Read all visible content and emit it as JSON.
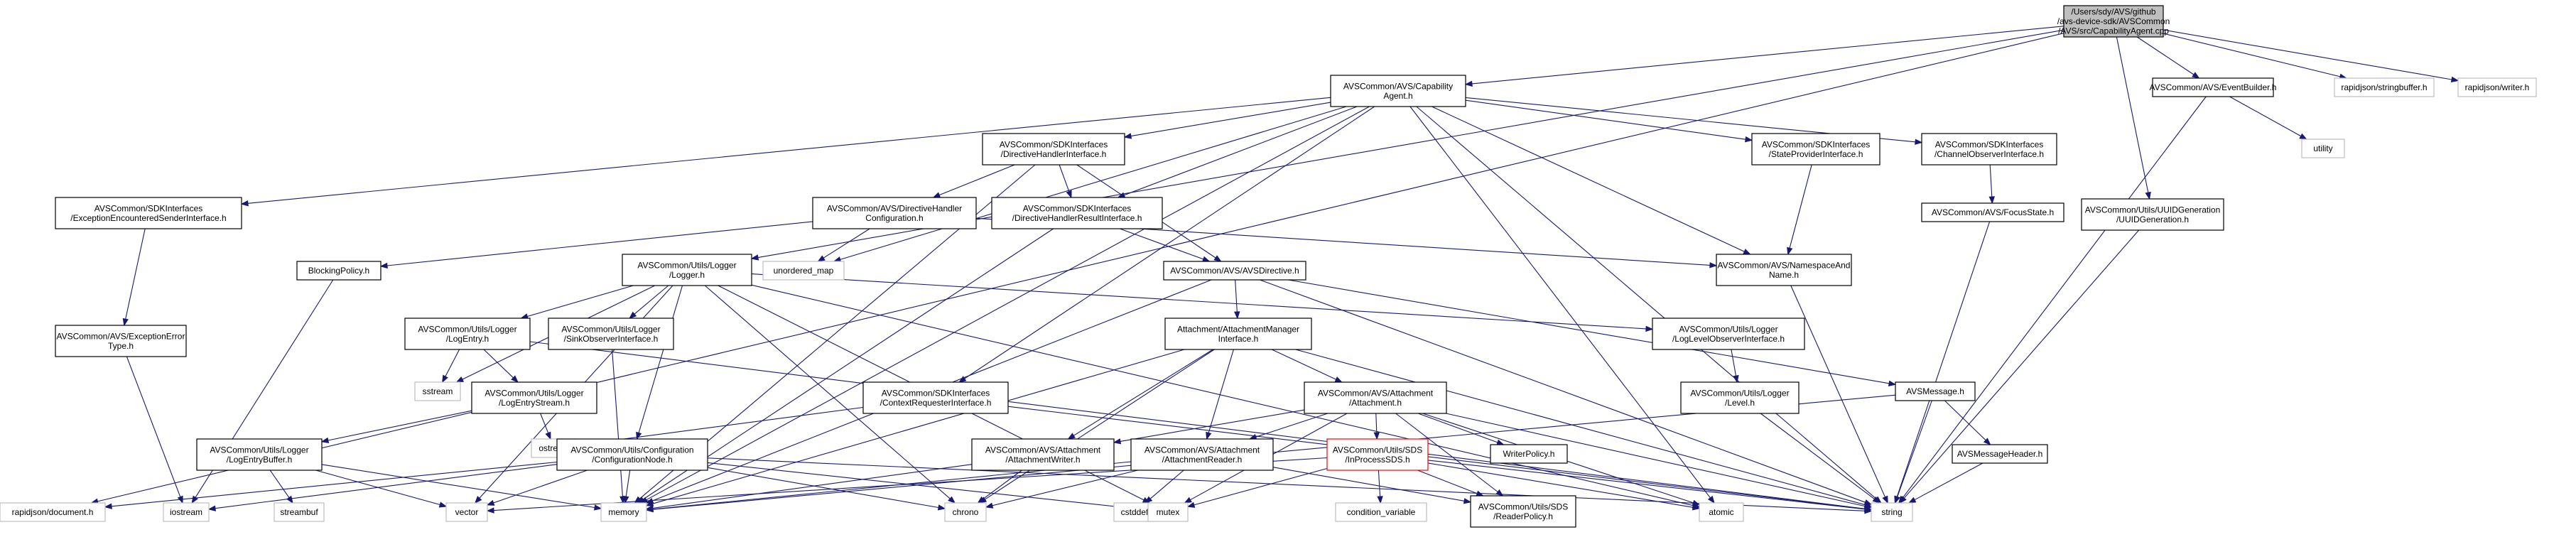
{
  "colors": {
    "edge": "#191970",
    "node_border": "#000000",
    "node_fill": "#ffffff",
    "root_fill": "#bfbfbf",
    "broken_border": "#ff0000",
    "external_border": "#bfbfbf"
  },
  "nodes": [
    {
      "id": "root",
      "label": [
        "/Users/sdy/AVS/github",
        "/avs-device-sdk/AVSCommon",
        "/AVS/src/CapabilityAgent.cpp"
      ],
      "style": "root"
    },
    {
      "id": "capagent",
      "label": [
        "AVSCommon/AVS/Capability",
        "Agent.h"
      ],
      "style": "normal"
    },
    {
      "id": "eventbuilder",
      "label": [
        "AVSCommon/AVS/EventBuilder.h"
      ],
      "style": "normal"
    },
    {
      "id": "rj_stringbuffer",
      "label": [
        "rapidjson/stringbuffer.h"
      ],
      "style": "external"
    },
    {
      "id": "rj_writer",
      "label": [
        "rapidjson/writer.h"
      ],
      "style": "external"
    },
    {
      "id": "utility",
      "label": [
        "utility"
      ],
      "style": "external"
    },
    {
      "id": "uuidgen",
      "label": [
        "AVSCommon/Utils/UUIDGeneration",
        "/UUIDGeneration.h"
      ],
      "style": "normal"
    },
    {
      "id": "dirhandler_if",
      "label": [
        "AVSCommon/SDKInterfaces",
        "/DirectiveHandlerInterface.h"
      ],
      "style": "normal"
    },
    {
      "id": "stateprov_if",
      "label": [
        "AVSCommon/SDKInterfaces",
        "/StateProviderInterface.h"
      ],
      "style": "normal"
    },
    {
      "id": "chanobs_if",
      "label": [
        "AVSCommon/SDKInterfaces",
        "/ChannelObserverInterface.h"
      ],
      "style": "normal"
    },
    {
      "id": "excsender_if",
      "label": [
        "AVSCommon/SDKInterfaces",
        "/ExceptionEncounteredSenderInterface.h"
      ],
      "style": "normal"
    },
    {
      "id": "dirhandler_cfg",
      "label": [
        "AVSCommon/AVS/DirectiveHandler",
        "Configuration.h"
      ],
      "style": "normal"
    },
    {
      "id": "dirhandler_res",
      "label": [
        "AVSCommon/SDKInterfaces",
        "/DirectiveHandlerResultInterface.h"
      ],
      "style": "normal"
    },
    {
      "id": "focusstate",
      "label": [
        "AVSCommon/AVS/FocusState.h"
      ],
      "style": "normal"
    },
    {
      "id": "unordered_map",
      "label": [
        "unordered_map"
      ],
      "style": "external"
    },
    {
      "id": "blockingpolicy",
      "label": [
        "BlockingPolicy.h"
      ],
      "style": "normal"
    },
    {
      "id": "logger",
      "label": [
        "AVSCommon/Utils/Logger",
        "/Logger.h"
      ],
      "style": "normal"
    },
    {
      "id": "avsdirective",
      "label": [
        "AVSCommon/AVS/AVSDirective.h"
      ],
      "style": "normal"
    },
    {
      "id": "namespacename",
      "label": [
        "AVSCommon/AVS/NamespaceAnd",
        "Name.h"
      ],
      "style": "normal"
    },
    {
      "id": "exctype",
      "label": [
        "AVSCommon/AVS/ExceptionError",
        "Type.h"
      ],
      "style": "normal"
    },
    {
      "id": "logentry",
      "label": [
        "AVSCommon/Utils/Logger",
        "/LogEntry.h"
      ],
      "style": "normal"
    },
    {
      "id": "sinkobs",
      "label": [
        "AVSCommon/Utils/Logger",
        "/SinkObserverInterface.h"
      ],
      "style": "normal"
    },
    {
      "id": "attmgr",
      "label": [
        "Attachment/AttachmentManager",
        "Interface.h"
      ],
      "style": "normal"
    },
    {
      "id": "loglevelobs",
      "label": [
        "AVSCommon/Utils/Logger",
        "/LogLevelObserverInterface.h"
      ],
      "style": "normal"
    },
    {
      "id": "sstream",
      "label": [
        "sstream"
      ],
      "style": "external"
    },
    {
      "id": "logentrystream",
      "label": [
        "AVSCommon/Utils/Logger",
        "/LogEntryStream.h"
      ],
      "style": "normal"
    },
    {
      "id": "ctxreq_if",
      "label": [
        "AVSCommon/SDKInterfaces",
        "/ContextRequesterInterface.h"
      ],
      "style": "normal"
    },
    {
      "id": "attachment",
      "label": [
        "AVSCommon/AVS/Attachment",
        "/Attachment.h"
      ],
      "style": "normal"
    },
    {
      "id": "level",
      "label": [
        "AVSCommon/Utils/Logger",
        "/Level.h"
      ],
      "style": "normal"
    },
    {
      "id": "avsmessage",
      "label": [
        "AVSMessage.h"
      ],
      "style": "normal"
    },
    {
      "id": "logentrybuffer",
      "label": [
        "AVSCommon/Utils/Logger",
        "/LogEntryBuffer.h"
      ],
      "style": "normal"
    },
    {
      "id": "ostream",
      "label": [
        "ostream"
      ],
      "style": "external"
    },
    {
      "id": "confignode",
      "label": [
        "AVSCommon/Utils/Configuration",
        "/ConfigurationNode.h"
      ],
      "style": "normal"
    },
    {
      "id": "attwriter",
      "label": [
        "AVSCommon/AVS/Attachment",
        "/AttachmentWriter.h"
      ],
      "style": "normal"
    },
    {
      "id": "attreader",
      "label": [
        "AVSCommon/AVS/Attachment",
        "/AttachmentReader.h"
      ],
      "style": "normal"
    },
    {
      "id": "inprocsds",
      "label": [
        "AVSCommon/Utils/SDS",
        "/InProcessSDS.h"
      ],
      "style": "broken"
    },
    {
      "id": "writerpolicy",
      "label": [
        "WriterPolicy.h"
      ],
      "style": "normal"
    },
    {
      "id": "avsmsgheader",
      "label": [
        "AVSMessageHeader.h"
      ],
      "style": "normal"
    },
    {
      "id": "rj_document",
      "label": [
        "rapidjson/document.h"
      ],
      "style": "external"
    },
    {
      "id": "iostream",
      "label": [
        "iostream"
      ],
      "style": "external"
    },
    {
      "id": "streambuf",
      "label": [
        "streambuf"
      ],
      "style": "external"
    },
    {
      "id": "vector",
      "label": [
        "vector"
      ],
      "style": "external"
    },
    {
      "id": "memory",
      "label": [
        "memory"
      ],
      "style": "external"
    },
    {
      "id": "chrono",
      "label": [
        "chrono"
      ],
      "style": "external"
    },
    {
      "id": "cstddef",
      "label": [
        "cstddef"
      ],
      "style": "external"
    },
    {
      "id": "mutex",
      "label": [
        "mutex"
      ],
      "style": "external"
    },
    {
      "id": "condvar",
      "label": [
        "condition_variable"
      ],
      "style": "external"
    },
    {
      "id": "readerpolicy",
      "label": [
        "AVSCommon/Utils/SDS",
        "/ReaderPolicy.h"
      ],
      "style": "normal"
    },
    {
      "id": "atomic",
      "label": [
        "atomic"
      ],
      "style": "external"
    },
    {
      "id": "string",
      "label": [
        "string"
      ],
      "style": "external"
    }
  ],
  "edges": [
    [
      "root",
      "capagent"
    ],
    [
      "root",
      "eventbuilder"
    ],
    [
      "root",
      "rj_stringbuffer"
    ],
    [
      "root",
      "rj_writer"
    ],
    [
      "root",
      "uuidgen"
    ],
    [
      "root",
      "logger"
    ],
    [
      "root",
      "rj_document"
    ],
    [
      "capagent",
      "dirhandler_if"
    ],
    [
      "capagent",
      "stateprov_if"
    ],
    [
      "capagent",
      "chanobs_if"
    ],
    [
      "capagent",
      "excsender_if"
    ],
    [
      "capagent",
      "dirhandler_res"
    ],
    [
      "capagent",
      "unordered_map"
    ],
    [
      "capagent",
      "namespacename"
    ],
    [
      "capagent",
      "ctxreq_if"
    ],
    [
      "capagent",
      "memory"
    ],
    [
      "capagent",
      "atomic"
    ],
    [
      "capagent",
      "string"
    ],
    [
      "eventbuilder",
      "utility"
    ],
    [
      "eventbuilder",
      "string"
    ],
    [
      "uuidgen",
      "string"
    ],
    [
      "dirhandler_if",
      "dirhandler_cfg"
    ],
    [
      "dirhandler_if",
      "dirhandler_res"
    ],
    [
      "dirhandler_if",
      "avsdirective"
    ],
    [
      "dirhandler_if",
      "memory"
    ],
    [
      "stateprov_if",
      "namespacename"
    ],
    [
      "chanobs_if",
      "focusstate"
    ],
    [
      "focusstate",
      "string"
    ],
    [
      "excsender_if",
      "exctype"
    ],
    [
      "exctype",
      "iostream"
    ],
    [
      "dirhandler_cfg",
      "blockingpolicy"
    ],
    [
      "dirhandler_cfg",
      "namespacename"
    ],
    [
      "dirhandler_cfg",
      "unordered_map"
    ],
    [
      "dirhandler_res",
      "avsdirective"
    ],
    [
      "dirhandler_res",
      "memory"
    ],
    [
      "blockingpolicy",
      "iostream"
    ],
    [
      "namespacename",
      "string"
    ],
    [
      "logger",
      "logentry"
    ],
    [
      "logger",
      "sinkobs"
    ],
    [
      "logger",
      "loglevelobs"
    ],
    [
      "logger",
      "confignode"
    ],
    [
      "logger",
      "sstream"
    ],
    [
      "logger",
      "chrono"
    ],
    [
      "logger",
      "mutex"
    ],
    [
      "logger",
      "vector"
    ],
    [
      "logger",
      "atomic"
    ],
    [
      "avsdirective",
      "attmgr"
    ],
    [
      "avsdirective",
      "avsmessage"
    ],
    [
      "avsdirective",
      "memory"
    ],
    [
      "avsdirective",
      "string"
    ],
    [
      "logentry",
      "logentrystream"
    ],
    [
      "logentry",
      "sstream"
    ],
    [
      "logentry",
      "string"
    ],
    [
      "logentrystream",
      "logentrybuffer"
    ],
    [
      "logentrystream",
      "ostream"
    ],
    [
      "logentrybuffer",
      "streambuf"
    ],
    [
      "logentrybuffer",
      "vector"
    ],
    [
      "logentrybuffer",
      "memory"
    ],
    [
      "sinkobs",
      "memory"
    ],
    [
      "loglevelobs",
      "level"
    ],
    [
      "level",
      "string"
    ],
    [
      "attmgr",
      "attachment"
    ],
    [
      "attmgr",
      "attwriter"
    ],
    [
      "attmgr",
      "attreader"
    ],
    [
      "attmgr",
      "chrono"
    ],
    [
      "attmgr",
      "memory"
    ],
    [
      "attmgr",
      "string"
    ],
    [
      "ctxreq_if",
      "ostream"
    ],
    [
      "ctxreq_if",
      "string"
    ],
    [
      "attachment",
      "attwriter"
    ],
    [
      "attachment",
      "attreader"
    ],
    [
      "attachment",
      "inprocsds"
    ],
    [
      "attachment",
      "writerpolicy"
    ],
    [
      "attachment",
      "readerpolicy"
    ],
    [
      "attachment",
      "atomic"
    ],
    [
      "attachment",
      "string"
    ],
    [
      "attachment",
      "mutex"
    ],
    [
      "avsmessage",
      "avsmsgheader"
    ],
    [
      "avsmessage",
      "string"
    ],
    [
      "avsmessage",
      "memory"
    ],
    [
      "avsmsgheader",
      "string"
    ],
    [
      "confignode",
      "rj_document"
    ],
    [
      "confignode",
      "iostream"
    ],
    [
      "confignode",
      "vector"
    ],
    [
      "confignode",
      "memory"
    ],
    [
      "confignode",
      "chrono"
    ],
    [
      "confignode",
      "mutex"
    ],
    [
      "confignode",
      "string"
    ],
    [
      "attwriter",
      "chrono"
    ],
    [
      "attwriter",
      "memory"
    ],
    [
      "attreader",
      "chrono"
    ],
    [
      "attreader",
      "cstddef"
    ],
    [
      "attreader",
      "memory"
    ],
    [
      "attreader",
      "readerpolicy"
    ],
    [
      "inprocsds",
      "vector"
    ],
    [
      "inprocsds",
      "mutex"
    ],
    [
      "inprocsds",
      "condvar"
    ],
    [
      "inprocsds",
      "readerpolicy"
    ],
    [
      "inprocsds",
      "atomic"
    ],
    [
      "inprocsds",
      "string"
    ]
  ]
}
